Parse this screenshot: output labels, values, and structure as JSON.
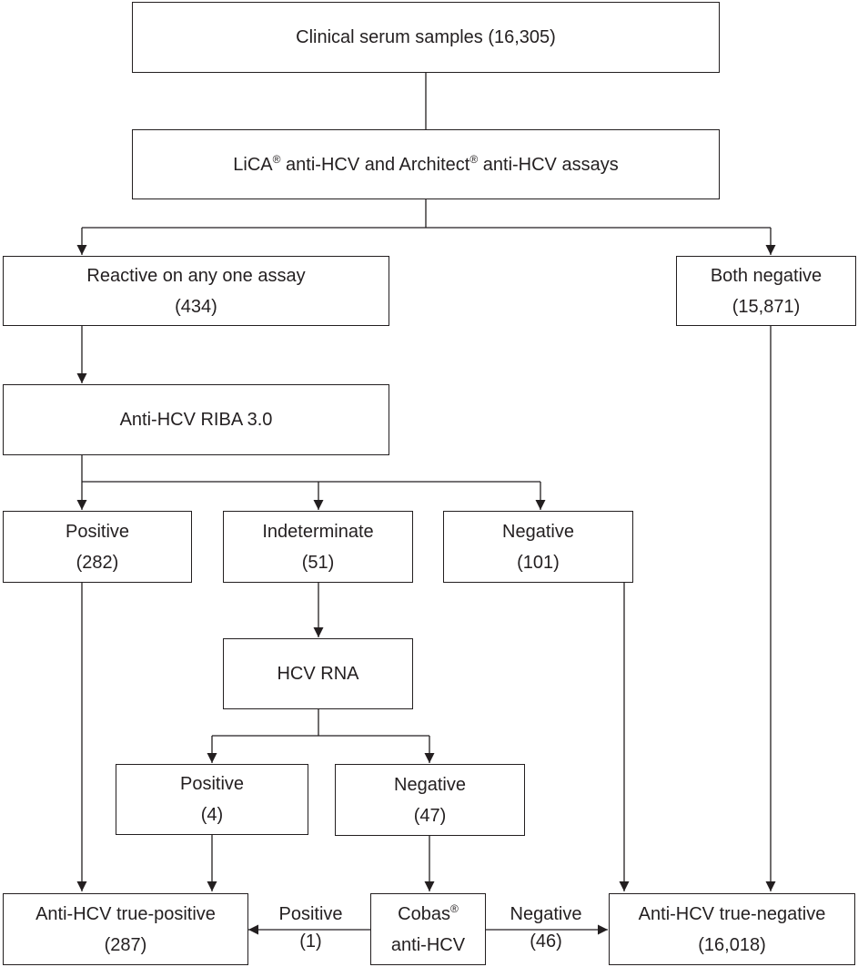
{
  "nodes": {
    "clinical": {
      "line1": "Clinical serum samples (16,305)"
    },
    "assays": {
      "part1": "LiCA",
      "sup1": "®",
      "part2": " anti-HCV and Architect",
      "sup2": "®",
      "part3": " anti-HCV assays"
    },
    "reactive": {
      "line1": "Reactive on any one assay",
      "line2": "(434)"
    },
    "both_negative": {
      "line1": "Both negative",
      "line2": "(15,871)"
    },
    "riba": {
      "line1": "Anti-HCV RIBA 3.0"
    },
    "riba_positive": {
      "line1": "Positive",
      "line2": "(282)"
    },
    "riba_indeterminate": {
      "line1": "Indeterminate",
      "line2": "(51)"
    },
    "riba_negative": {
      "line1": "Negative",
      "line2": "(101)"
    },
    "hcv_rna": {
      "line1": "HCV RNA"
    },
    "rna_positive": {
      "line1": "Positive",
      "line2": "(4)"
    },
    "rna_negative": {
      "line1": "Negative",
      "line2": "(47)"
    },
    "true_positive": {
      "line1": "Anti-HCV true-positive",
      "line2": "(287)"
    },
    "cobas": {
      "part1": "Cobas",
      "sup1": "®",
      "line2": "anti-HCV"
    },
    "true_negative": {
      "line1": "Anti-HCV true-negative",
      "line2": "(16,018)"
    }
  },
  "edge_labels": {
    "cobas_positive": {
      "line1": "Positive",
      "line2": "(1)"
    },
    "cobas_negative": {
      "line1": "Negative",
      "line2": "(46)"
    }
  }
}
